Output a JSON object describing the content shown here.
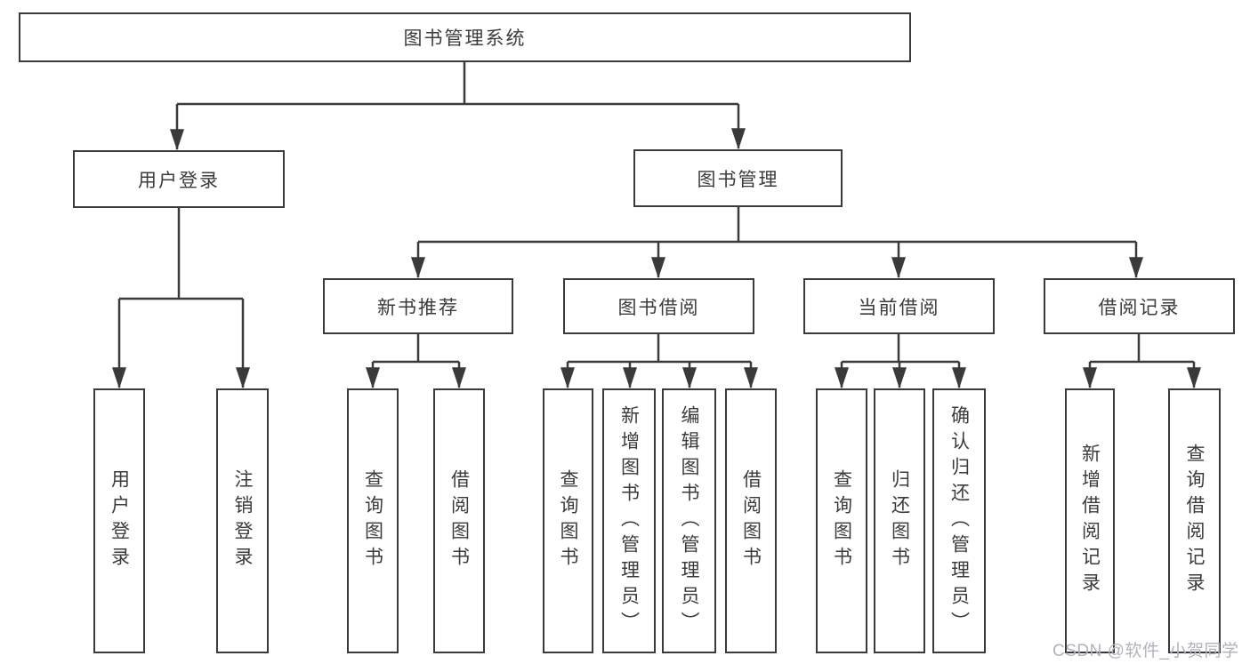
{
  "diagram_type": "hierarchy-tree",
  "colors": {
    "line": "#3a3a3a",
    "text": "#3b3b3b",
    "box_background": "#ffffff",
    "watermark": "#b0b3ba",
    "background": "#ffffff"
  },
  "tree": {
    "label": "图书管理系统",
    "children": [
      {
        "label": "用户登录",
        "children": [
          {
            "label": "用户登录"
          },
          {
            "label": "注销登录"
          }
        ]
      },
      {
        "label": "图书管理",
        "children": [
          {
            "label": "新书推荐",
            "children": [
              {
                "label": "查询图书"
              },
              {
                "label": "借阅图书"
              }
            ]
          },
          {
            "label": "图书借阅",
            "children": [
              {
                "label": "查询图书"
              },
              {
                "label": "新增图书（管理员）"
              },
              {
                "label": "编辑图书（管理员）"
              },
              {
                "label": "借阅图书"
              }
            ]
          },
          {
            "label": "当前借阅",
            "children": [
              {
                "label": "查询图书"
              },
              {
                "label": "归还图书"
              },
              {
                "label": "确认归还（管理员）"
              }
            ]
          },
          {
            "label": "借阅记录",
            "children": [
              {
                "label": "新增借阅记录"
              },
              {
                "label": "查询借阅记录"
              }
            ]
          }
        ]
      }
    ]
  },
  "watermark": {
    "text": "CSDN @软件_小贺同学"
  }
}
